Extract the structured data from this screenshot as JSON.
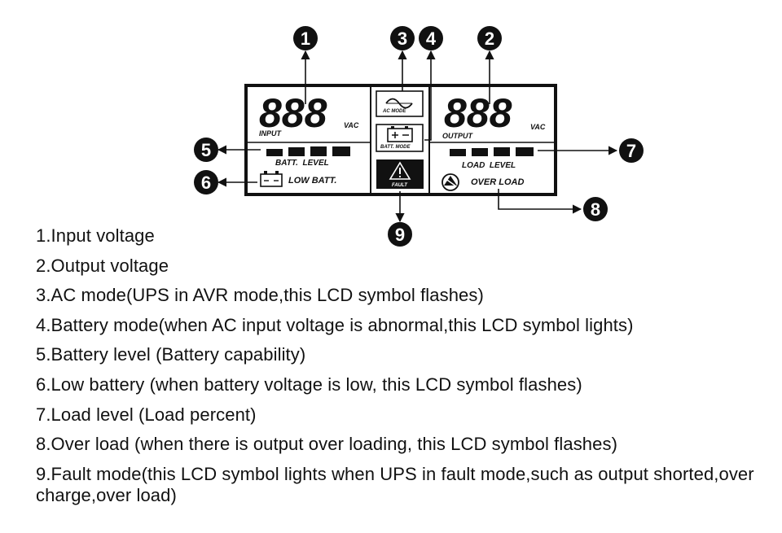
{
  "lcd": {
    "input_digits": "888",
    "input_unit": "VAC",
    "input_label": "INPUT",
    "output_digits": "888",
    "output_unit": "VAC",
    "output_label": "OUTPUT",
    "ac_mode_label": "AC MODE",
    "batt_mode_label": "BATT. MODE",
    "batt_level_label": "BATT.  LEVEL",
    "low_batt_label": "LOW BATT.",
    "fault_label": "FAULT",
    "load_level_label": "LOAD  LEVEL",
    "over_load_label": "OVER LOAD"
  },
  "callouts": {
    "c1": "1",
    "c2": "2",
    "c3": "3",
    "c4": "4",
    "c5": "5",
    "c6": "6",
    "c7": "7",
    "c8": "8",
    "c9": "9"
  },
  "legend": [
    "1.Input voltage",
    "2.Output voltage",
    "3.AC mode(UPS in AVR mode,this LCD symbol flashes)",
    "4.Battery mode(when AC input voltage is abnormal,this LCD symbol lights)",
    "5.Battery level (Battery capability)",
    "6.Low battery (when battery voltage is low, this LCD symbol flashes)",
    "7.Load level (Load percent)",
    "8.Over load (when there is output over loading,  this LCD symbol flashes)",
    "9.Fault mode(this LCD symbol lights when UPS in fault mode,such as output shorted,over charge,over load)"
  ],
  "icons": {
    "ac_mode": "sine-wave-icon",
    "batt_mode": "battery-icon",
    "fault": "warning-triangle-icon",
    "low_batt": "battery-icon",
    "over_load": "overload-icon"
  }
}
